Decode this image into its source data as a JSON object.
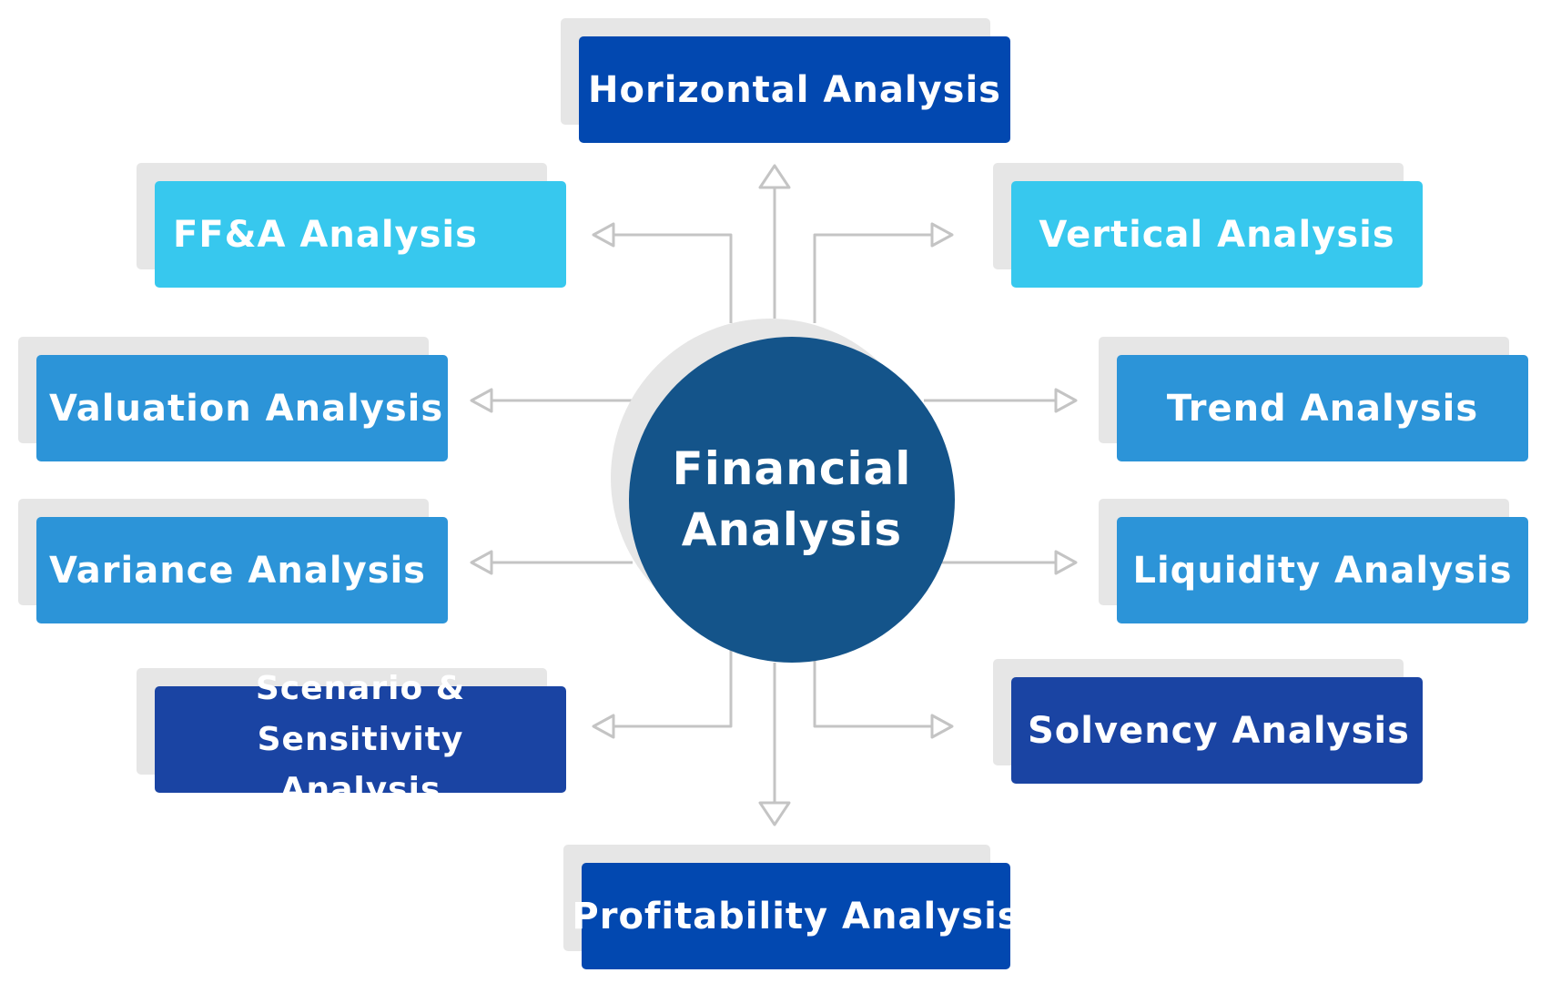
{
  "center": {
    "line1": "Financial",
    "line2": "Analysis"
  },
  "nodes": {
    "horizontal": "Horizontal Analysis",
    "ffa": "FF&A Analysis",
    "vertical": "Vertical Analysis",
    "valuation": "Valuation Analysis",
    "trend": "Trend Analysis",
    "variance": "Variance Analysis",
    "liquidity": "Liquidity Analysis",
    "scenario_line1": "Scenario & Sensitivity",
    "scenario_line2": "Analysis",
    "solvency": "Solvency Analysis",
    "profitability": "Profitability Analysis"
  },
  "colors": {
    "dark_navy": "#1a44a3",
    "royal_blue": "#0248b0",
    "sky_blue": "#37c8ee",
    "mid_blue": "#2c94d8",
    "center": "#14548a",
    "shadow": "#e6e6e6",
    "connector": "#c4c4c4"
  }
}
